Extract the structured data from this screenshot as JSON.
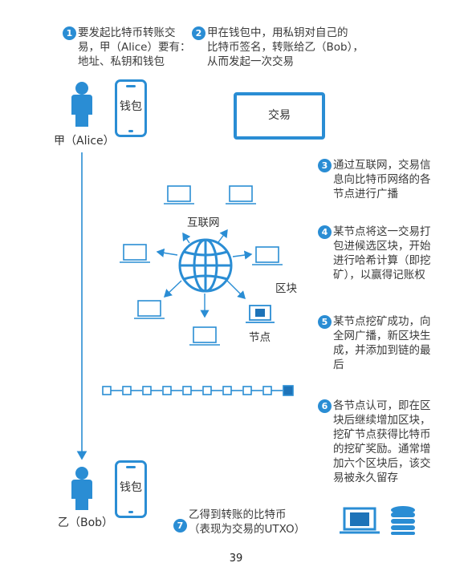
{
  "steps": [
    {
      "num": "1",
      "lines": [
        "要发起比特币转账交",
        "易，甲（Alice）要有：",
        "地址、私钥和钱包"
      ]
    },
    {
      "num": "2",
      "lines": [
        "甲在钱包中，用私钥对自己的",
        "比特币签名，转账给乙（Bob），",
        "从而发起一次交易"
      ]
    },
    {
      "num": "3",
      "lines": [
        "通过互联网，交易信",
        "息向比特币网络的各",
        "节点进行广播"
      ]
    },
    {
      "num": "4",
      "lines": [
        "某节点将这一交易打",
        "包进候选区块，开始",
        "进行哈希计算（即挖",
        "矿），以赢得记账权"
      ]
    },
    {
      "num": "5",
      "lines": [
        "某节点挖矿成功，向",
        "全网广播，新区块生",
        "成，并添加到链的最",
        "后"
      ]
    },
    {
      "num": "6",
      "lines": [
        "各节点认可，即在区",
        "块后继续增加区块，",
        "挖矿节点获得比特币",
        "的挖矿奖励。通常增",
        "加六个区块后，该交",
        "易被永久留存"
      ]
    },
    {
      "num": "7",
      "lines": [
        "乙得到转账的比特币",
        "（表现为交易的UTXO）"
      ]
    }
  ],
  "alice": {
    "label": "甲（Alice）",
    "wallet": "钱包"
  },
  "bob": {
    "label": "乙（Bob）",
    "wallet": "钱包"
  },
  "transaction": "交易",
  "internet": "互联网",
  "block": "区块",
  "node": "节点",
  "page_number": "39",
  "colors": {
    "accent": "#2a8dd4",
    "dark": "#1e73b8"
  }
}
